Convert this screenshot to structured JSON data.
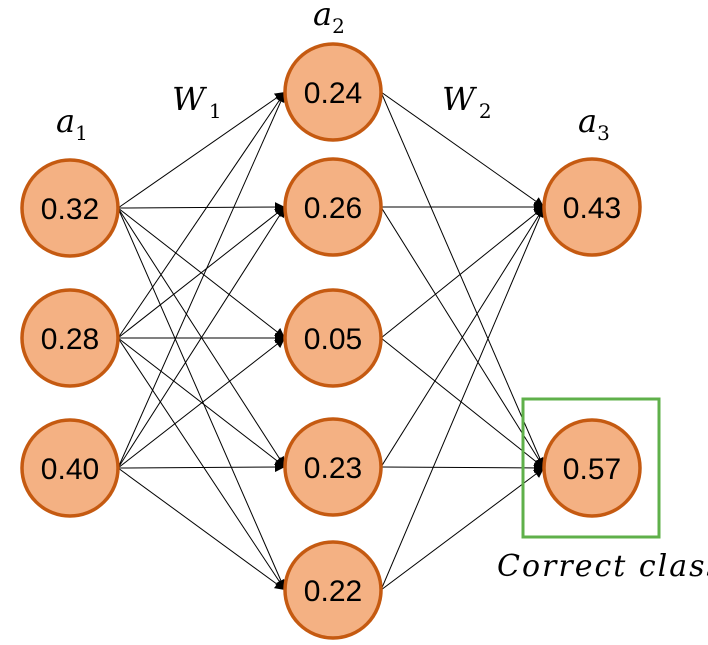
{
  "layers": [
    {
      "name": "a",
      "subscript": "1",
      "values": [
        "0.32",
        "0.28",
        "0.40"
      ]
    },
    {
      "name": "a",
      "subscript": "2",
      "values": [
        "0.24",
        "0.26",
        "0.05",
        "0.23",
        "0.22"
      ]
    },
    {
      "name": "a",
      "subscript": "3",
      "values": [
        "0.43",
        "0.57"
      ]
    }
  ],
  "weights": [
    {
      "name": "W",
      "subscript": "1"
    },
    {
      "name": "W",
      "subscript": "2"
    }
  ],
  "highlight": {
    "layer": 3,
    "node": 2,
    "caption": "Correct class",
    "color": "#5fb04a"
  },
  "colors": {
    "node_fill": "#f4b183",
    "node_stroke": "#c55a11"
  }
}
